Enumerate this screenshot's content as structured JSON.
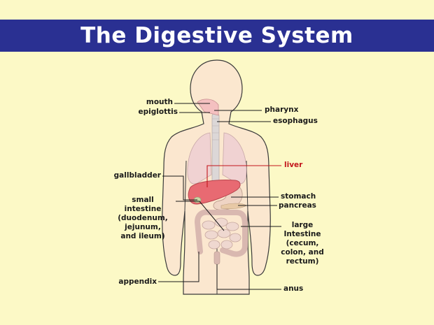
{
  "title": "The Digestive System",
  "labels": {
    "mouth": "mouth",
    "epiglottis": "epiglottis",
    "pharynx": "pharynx",
    "esophagus": "esophagus",
    "liver": "liver",
    "gallbladder": "gallbladder",
    "stomach": "stomach",
    "pancreas": "pancreas",
    "small_intestine": "small\nintestine\n(duodenum,\njejunum,\nand ileum)",
    "large_intestine": "large\nIntestine\n(cecum,\ncolon, and\nrectum)",
    "appendix": "appendix",
    "anus": "anus"
  },
  "colors": {
    "background": "#fcf9c6",
    "title_bar": "#2a3092",
    "body_fill": "#fbe7cf",
    "body_outline": "#3a3a3a",
    "liver": "#e86a72",
    "liver_callout": "#c3161c"
  }
}
